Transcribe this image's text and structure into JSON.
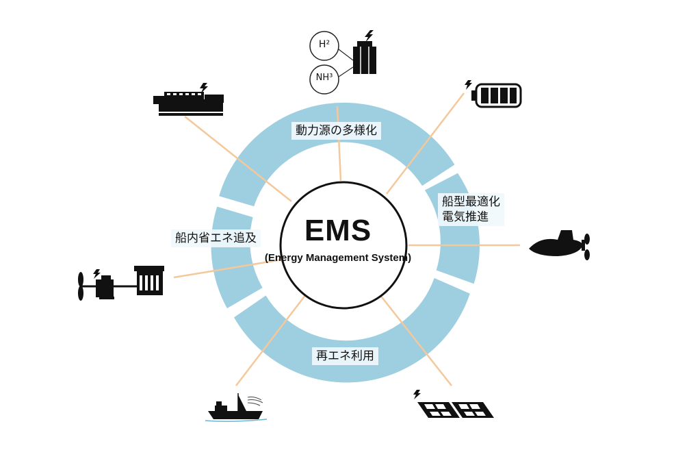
{
  "center": {
    "title": "EMS",
    "subtitle": "(Energy Management System)"
  },
  "segments": {
    "top": "動力源の多様化",
    "right_line1": "船型最適化",
    "right_line2": "電気推進",
    "bottom": "再エネ利用",
    "left": "船内省エネ追及"
  },
  "icons": {
    "h2_label": "H²",
    "nh3_label": "NH³"
  },
  "colors": {
    "ring": "#9dcfe0",
    "connector": "#f4c89a",
    "stroke": "#111111"
  }
}
